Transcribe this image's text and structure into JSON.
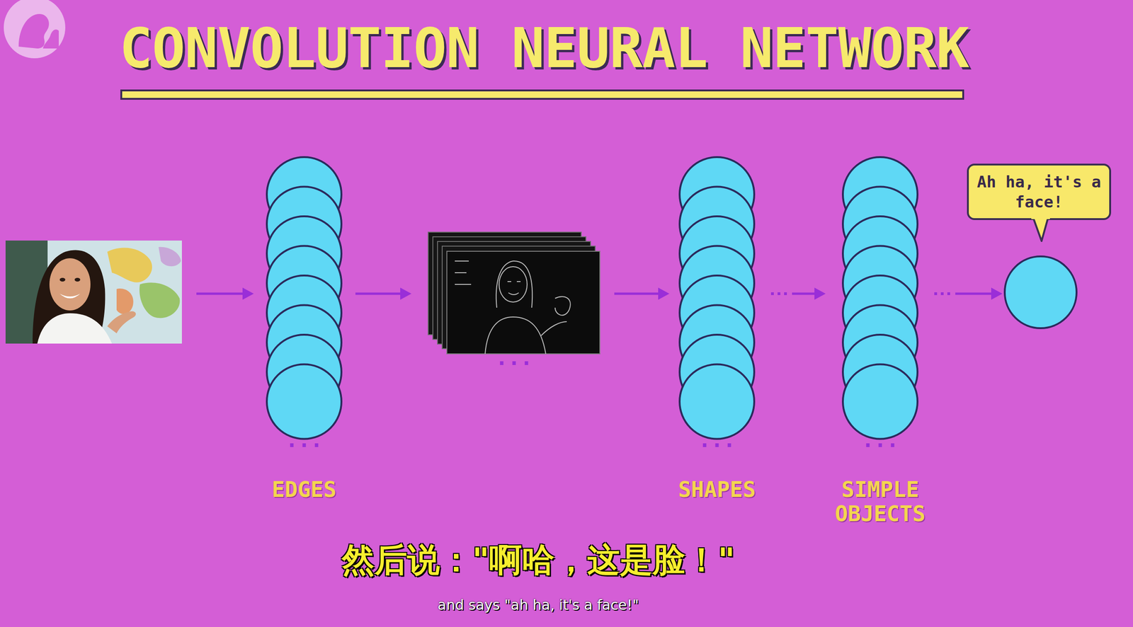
{
  "diagram": {
    "title": "CONVOLUTION NEURAL NETWORK",
    "nodes": [
      {
        "text": [
          "EDGES"
        ]
      },
      {
        "text": [
          "SHAPES"
        ]
      },
      {
        "text": [
          "SIMPLE OBJECTS"
        ]
      },
      {
        "text": [
          "Ah ha, it's a face!"
        ]
      }
    ],
    "edges": [
      {
        "from": 1,
        "to": 2,
        "arrow": "to"
      },
      {
        "from": 2,
        "to": 3,
        "arrow": "to"
      }
    ],
    "labels": [
      "...",
      "...",
      "...",
      "...",
      "然后说：\"啊哈，这是脸！\"",
      "and says \"ah ha, it's a face!\""
    ]
  }
}
